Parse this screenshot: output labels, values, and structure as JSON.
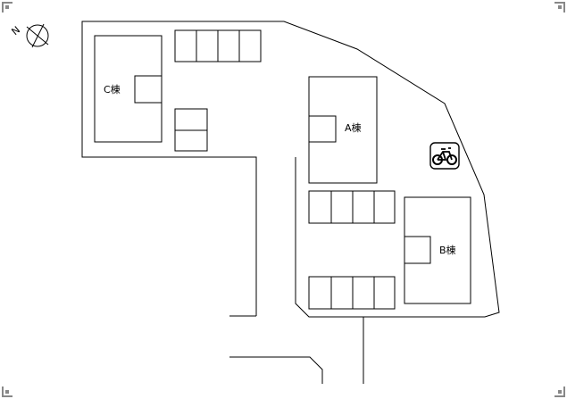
{
  "buildings": {
    "a": {
      "label": "A棟"
    },
    "b": {
      "label": "B棟"
    },
    "c": {
      "label": "C棟"
    }
  },
  "compass": {
    "north_label": "N"
  },
  "icons": {
    "compass": "compass-icon",
    "bicycle": "bicycle-parking-icon",
    "corner": "corner-mark-icon"
  },
  "colors": {
    "line": "#000000",
    "background": "#ffffff"
  }
}
